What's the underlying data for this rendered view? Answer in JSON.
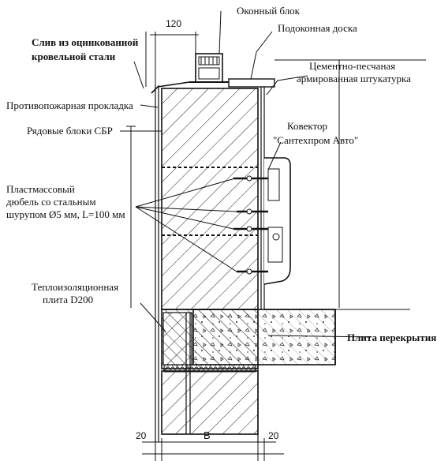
{
  "labels": {
    "okonny_blok": "Оконный блок",
    "sliv_1": "Слив из оцинкованной",
    "sliv_2": "кровельной стали",
    "podokonnaya": "Подоконная доска",
    "shtukaturka_1": "Цементно-песчаная",
    "shtukaturka_2": "армированная штукатурка",
    "prokladka": "Противопожарная прокладка",
    "bloki": "Рядовые блоки СБР",
    "konvektor_1": "Ковектор",
    "konvektor_2": "\"Сантехпром Авто\"",
    "dyubel_1": "Пластмассовый",
    "dyubel_2": "дюбель со стальным",
    "dyubel_3": "шурупом Ø5 мм, L=100 мм",
    "teplo_1": "Теплоизоляционная",
    "teplo_2": "плита D200",
    "plita": "Плита перекрытия"
  },
  "dimensions": {
    "top": "120",
    "bottom_left": "20",
    "bottom_mid": "B",
    "bottom_right": "20"
  },
  "colors": {
    "line": "#111111",
    "background": "#ffffff"
  }
}
